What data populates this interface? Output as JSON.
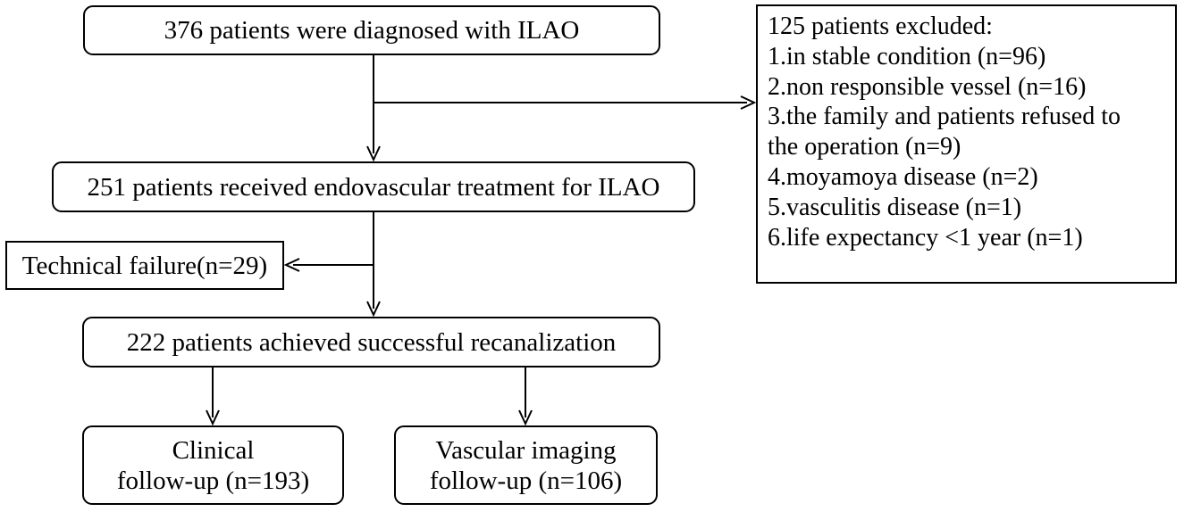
{
  "flowchart": {
    "diagnosed": "376 patients were diagnosed with ILAO",
    "treated": "251 patients received endovascular treatment for ILAO",
    "technical_failure": "Technical failure(n=29)",
    "recanalization": "222 patients achieved successful recanalization",
    "clinical_followup": {
      "line1": "Clinical",
      "line2": "follow-up (n=193)"
    },
    "vascular_followup": {
      "line1": "Vascular imaging",
      "line2": "follow-up (n=106)"
    },
    "excluded": {
      "title": "125 patients excluded:",
      "reasons": [
        "1.in stable condition (n=96)",
        "2.non responsible vessel (n=16)",
        "3.the family and patients refused to",
        "the operation (n=9)",
        "4.moyamoya disease (n=2)",
        "5.vasculitis disease (n=1)",
        "6.life expectancy <1 year (n=1)"
      ]
    }
  }
}
